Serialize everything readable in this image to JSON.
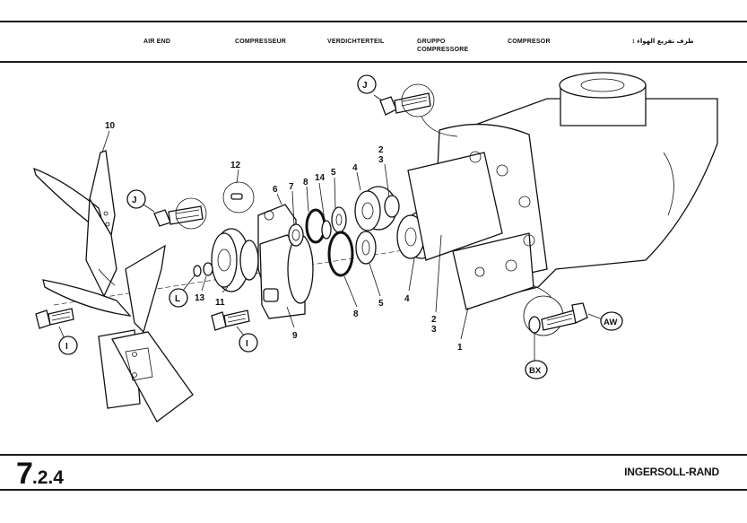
{
  "header": {
    "titles": {
      "english": "AIR END",
      "french": "COMPRESSEUR",
      "german": "VERDICHTERTEIL",
      "italian_line1": "GRUPPO",
      "italian_line2": "COMPRESSORE",
      "spanish": "COMPRESOR",
      "arabic": "طرف تفريغ الهواء :"
    }
  },
  "diagram": {
    "part_labels": {
      "p10": "10",
      "p12": "12",
      "p6": "6",
      "p7": "7",
      "p8_top": "8",
      "p14": "14",
      "p5_top": "5",
      "p4_top": "4",
      "p2_top": "2",
      "p3_top": "3",
      "p13": "13",
      "p11": "11",
      "p9": "9",
      "p8_bottom": "8",
      "p5_bottom": "5",
      "p4_bottom": "4",
      "p2_bottom": "2",
      "p3_bottom": "3",
      "p1": "1"
    },
    "callouts": {
      "j_top": "J",
      "j_left": "J",
      "l": "L",
      "i_left": "I",
      "i_center": "I",
      "aw": "AW",
      "bx": "BX"
    }
  },
  "footer": {
    "section_major": "7",
    "section_minor": ".2.4",
    "brand": "INGERSOLL-RAND"
  }
}
